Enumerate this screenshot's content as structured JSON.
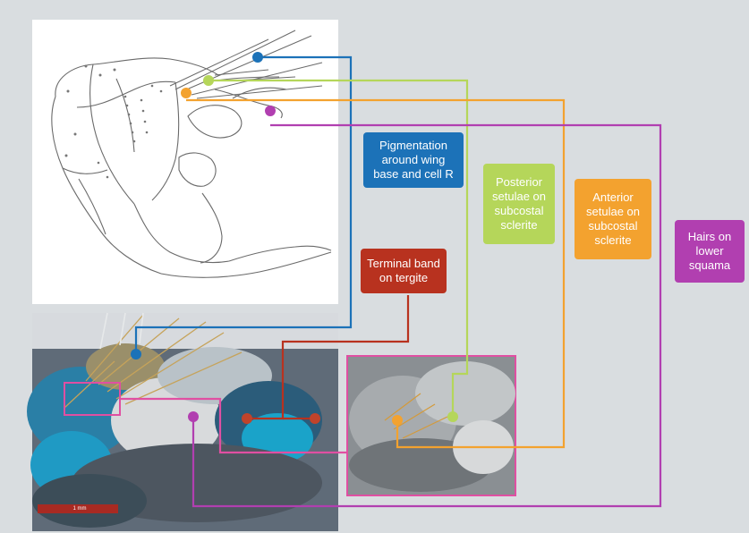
{
  "labels": {
    "pigmentation": "Pigmentation around wing base and cell R",
    "posterior_setulae": "Posterior setulae on subcostal sclerite",
    "anterior_setulae": "Anterior setulae on subcostal sclerite",
    "hairs": "Hairs on lower squama",
    "terminal_band": "Terminal band on tergite"
  },
  "scale_bar": "1 mm",
  "colors": {
    "pigmentation": "#1c72b8",
    "posterior_setulae": "#b5d65a",
    "anterior_setulae": "#f3a22f",
    "hairs": "#b13fb0",
    "terminal_band": "#b8321f",
    "inset_frame": "#e04fa2"
  }
}
